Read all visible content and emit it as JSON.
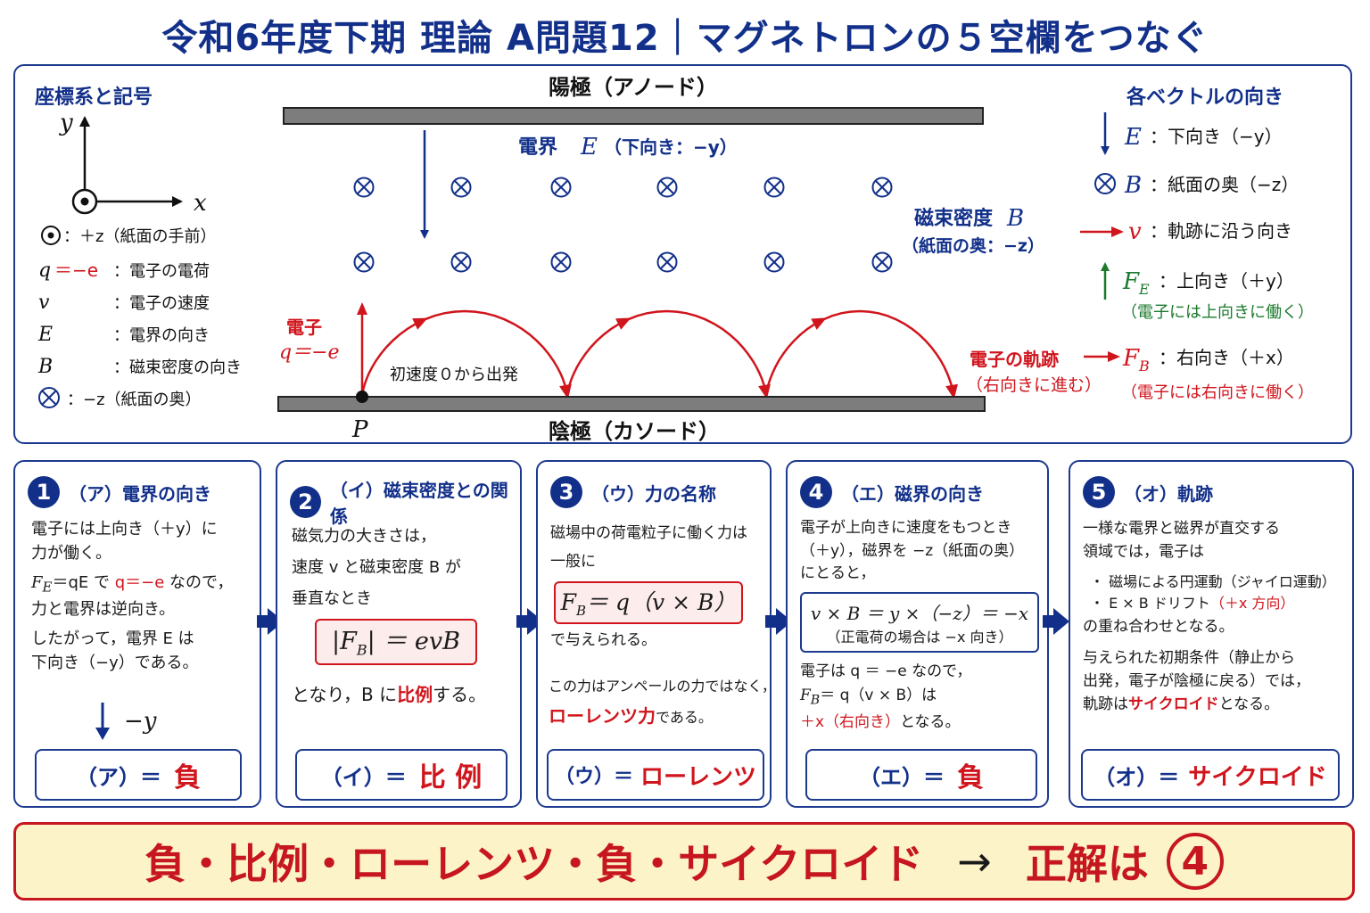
{
  "title": "令和6年度下期 理論 A問題12｜マグネトロンの５空欄をつなぐ",
  "diagram": {
    "coord_title": "座標系と記号",
    "axis_y": "y",
    "axis_x": "x",
    "dot_legend": "：＋z（紙面の手前）",
    "sym_q": "q",
    "sym_q_val": "＝−e",
    "sym_q_desc": "：電子の電荷",
    "sym_v": "v",
    "sym_v_desc": "：電子の速度",
    "sym_E": "E",
    "sym_E_desc": "：電界の向き",
    "sym_B": "B",
    "sym_B_desc": "：磁束密度の向き",
    "cross_legend": "：−z（紙面の奥）",
    "anode": "陽極（アノード）",
    "cathode": "陰極（カソード）",
    "efield_label": "電界",
    "efield_sym": "E",
    "efield_dir": "（下向き：−y）",
    "bfield_label": "磁束密度",
    "bfield_sym": "B",
    "bfield_dir": "（紙面の奥：−z）",
    "electron_label": "電子",
    "electron_charge": "q＝−e",
    "start_note": "初速度０から出発",
    "point_p": "P",
    "trajectory_label": "電子の軌跡",
    "trajectory_note": "（右向きに進む）",
    "vec_title": "各ベクトルの向き",
    "vec_E_sym": "E",
    "vec_E_desc": "：下向き（−y）",
    "vec_B_sym": "B",
    "vec_B_desc": "：紙面の奥（−z）",
    "vec_v_sym": "v",
    "vec_v_desc": "：軌跡に沿う向き",
    "vec_FE_sym": "F",
    "vec_FE_sub": "E",
    "vec_FE_desc": "：上向き（＋y）",
    "vec_FE_note": "（電子には上向きに働く）",
    "vec_FB_sym": "F",
    "vec_FB_sub": "B",
    "vec_FB_desc": "：右向き（＋x）",
    "vec_FB_note": "（電子には右向きに働く）"
  },
  "steps": [
    {
      "num": "1",
      "title": "（ア）電界の向き",
      "l1": "電子には上向き（＋y）に",
      "l2": "力が働く。",
      "l3a": "F",
      "l3sub": "E",
      "l3b": "＝qE で",
      "l3c": "q＝−e",
      "l3d": "なので，",
      "l4": "力と電界は逆向き。",
      "l5": "したがって，電界 E は",
      "l6": "下向き（−y）である。",
      "arrow_label": "−y",
      "ans_label": "（ア）＝",
      "ans_val": "負"
    },
    {
      "num": "2",
      "title": "（イ）磁束密度との関係",
      "l1": "磁気力の大きさは，",
      "l2": "速度 v と磁束密度 B が",
      "l3": "垂直なとき",
      "formula": "|F",
      "formula_sub": "B",
      "formula_rest": "| ＝ evB",
      "l4a": "となり，B に",
      "l4b": "比例",
      "l4c": "する。",
      "ans_label": "（イ）＝",
      "ans_val": "比 例"
    },
    {
      "num": "3",
      "title": "（ウ）力の名称",
      "l1": "磁場中の荷電粒子に働く力は",
      "l2": "一般に",
      "formula": "F",
      "formula_sub": "B",
      "formula_rest": "＝ q（v × B）",
      "l3": "で与えられる。",
      "l4": "この力はアンペールの力ではなく，",
      "l5a": "ローレンツ力",
      "l5b": "である。",
      "ans_label": "（ウ）＝",
      "ans_val": "ローレンツ"
    },
    {
      "num": "4",
      "title": "（エ）磁界の向き",
      "l1": "電子が上向きに速度をもつとき",
      "l2": "（＋y），磁界を −z（紙面の奥）",
      "l3": "にとると，",
      "box1": "v × B ＝ y ×（−z）＝ −x",
      "box2": "（正電荷の場合は −x 向き）",
      "l4": "電子は q ＝ −e なので，",
      "l5a": "F",
      "l5sub": "B",
      "l5b": "＝ q（v × B）は",
      "l6a": "＋x（右向き）",
      "l6b": "となる。",
      "ans_label": "（エ）＝",
      "ans_val": "負"
    },
    {
      "num": "5",
      "title": "（オ）軌跡",
      "l1": "一様な電界と磁界が直交する",
      "l2": "領域では，電子は",
      "b1": "・ 磁場による円運動（ジャイロ運動）",
      "b2a": "・ E × B ドリフト",
      "b2b": "（＋x 方向）",
      "l3": "の重ね合わせとなる。",
      "l4": "与えられた初期条件（静止から",
      "l5": "出発，電子が陰極に戻る）では，",
      "l6a": "軌跡は",
      "l6b": "サイクロイド",
      "l6c": "となる。",
      "ans_label": "（オ）＝",
      "ans_val": "サイクロイド"
    }
  ],
  "final": {
    "text": "負・比例・ローレンツ・負・サイクロイド",
    "arrow": "→",
    "result": "正解は",
    "answer": "4"
  },
  "colors": {
    "navy": "#12308a",
    "red": "#d0151d",
    "green": "#1b7a2e",
    "final_bg": "#fdf3c8"
  }
}
